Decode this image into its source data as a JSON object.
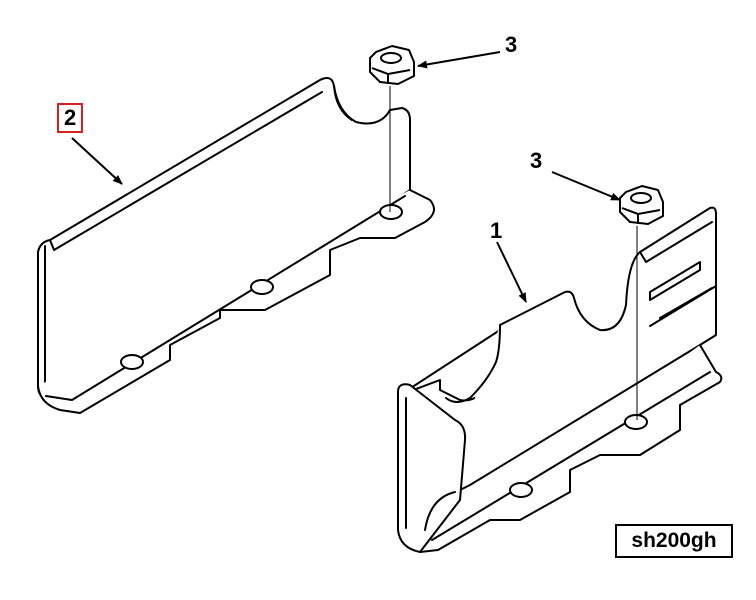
{
  "callouts": {
    "item_1": "1",
    "item_2": "2",
    "item_3_top": "3",
    "item_3_right": "3"
  },
  "reference_code": "sh200gh",
  "colors": {
    "line": "#000000",
    "highlight_box": "#d9201f",
    "background": "#ffffff"
  }
}
